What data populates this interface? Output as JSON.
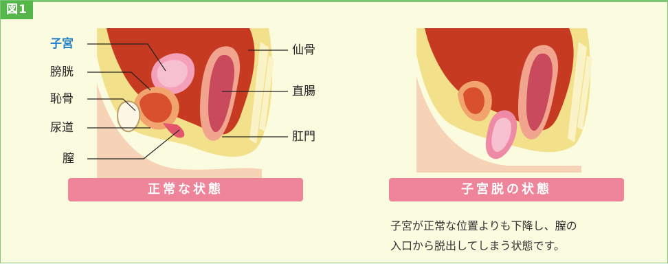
{
  "figure": {
    "label": "図1"
  },
  "normal": {
    "labels": {
      "uterus": "子宮",
      "bladder": "膀胱",
      "pubis": "恥骨",
      "urethra": "尿道",
      "vagina": "膣",
      "sacrum": "仙骨",
      "rectum": "直腸",
      "anus": "肛門"
    },
    "caption": "正常な状態"
  },
  "prolapse": {
    "caption": "子宮脱の状態",
    "description": [
      "子宮が正常な位置よりも下降し、膣の",
      "入口から脱出してしまう状態です。"
    ]
  },
  "colors": {
    "frame": "#7cc576",
    "tag": "#55b64a",
    "background": "#fbfbe0",
    "caption": "#ee8499",
    "highlight_label": "#1a7cc7",
    "tissue": "#c63a22",
    "uterus": "#ee8aa6"
  }
}
